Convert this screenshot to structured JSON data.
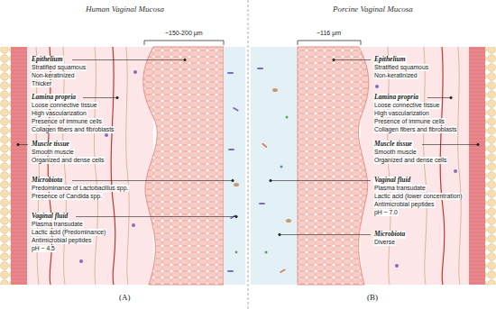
{
  "diagram": {
    "labels": [
      "Human Vaginal Mucosa",
      "~150-200 µm",
      "Epithelium",
      "Stratified squamous",
      "Non-keratinized",
      "Thicker",
      "Lamina propria",
      "Loose connective tissue",
      "High vascularization",
      "Presence of immune cells",
      "Collagen fibers and fibroblasts",
      "Muscle tissue",
      "Smooth muscle",
      "Organized and dense cells",
      "Microbiota",
      "Predominance of Lactobacillus spp.",
      "Presence of Candida spp.",
      "Vaginal fluid",
      "Plasma transudate",
      "Lactic acid (Predominance)",
      "Antimicrobial peptides",
      "pH ~ 4.5",
      "(A)",
      "Porcine Vaginal Mucosa",
      "~116 µm",
      "Epithelium",
      "Stratified squamous",
      "Non-keratinized",
      "Lamina propria",
      "Loose connective tissue",
      "High vascularization",
      "Presence of immune cells",
      "Collagen fibers and fibroblasts",
      "Muscle tissue",
      "Smooth muscle",
      "Organized and dense cells",
      "Vaginal fluid",
      "Plasma transudate",
      "Lactic acid (lower concentration)",
      "Antimicrobial peptides",
      "pH ~ 7.0",
      "Microbiota",
      "Diverse",
      "(B)"
    ]
  }
}
